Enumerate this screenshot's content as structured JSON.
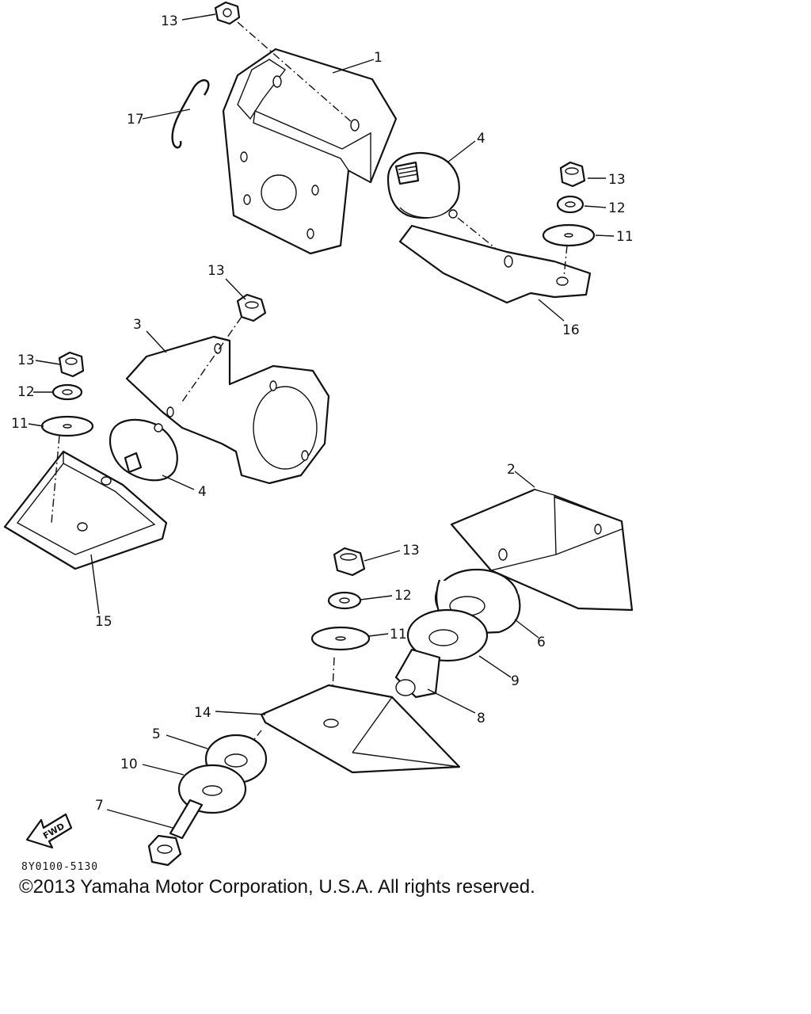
{
  "diagram": {
    "callouts": {
      "c1": "1",
      "c2": "2",
      "c3": "3",
      "c4a": "4",
      "c4b": "4",
      "c5": "5",
      "c6": "6",
      "c7": "7",
      "c8": "8",
      "c9": "9",
      "c10": "10",
      "c11a": "11",
      "c11b": "11",
      "c11c": "11",
      "c12a": "12",
      "c12b": "12",
      "c12c": "12",
      "c13a": "13",
      "c13b": "13",
      "c13c": "13",
      "c13d": "13",
      "c13e": "13",
      "c14": "14",
      "c15": "15",
      "c16": "16",
      "c17": "17"
    },
    "fwd_label": "FWD",
    "drawing_code": "8Y0100-5130",
    "copyright": "©2013 Yamaha Motor Corporation, U.S.A. All rights reserved."
  }
}
